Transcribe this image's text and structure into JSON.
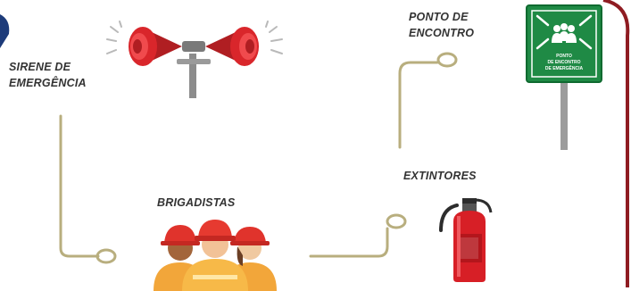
{
  "labels": {
    "sirene": [
      "SIRENE DE",
      "EMERGÊNCIA"
    ],
    "ponto": [
      "PONTO DE",
      "ENCONTRO"
    ],
    "brigadistas": "BRIGADISTAS",
    "extintores": "EXTINTORES"
  },
  "sign": {
    "line1": "PONTO",
    "line2": "DE ENCONTRO",
    "line3": "DE EMERGÊNCIA"
  },
  "colors": {
    "connector": "#b8ae7e",
    "sign_green": "#1f8a45",
    "border_red": "#8f1c22",
    "siren_red": "#d9262b",
    "extinguisher_red": "#d71f26",
    "helmet_red": "#e0332c",
    "vest_orange": "#f2a63a"
  },
  "icons": [
    "siren-icon",
    "meeting-point-sign-icon",
    "firefighters-icon",
    "fire-extinguisher-icon"
  ]
}
